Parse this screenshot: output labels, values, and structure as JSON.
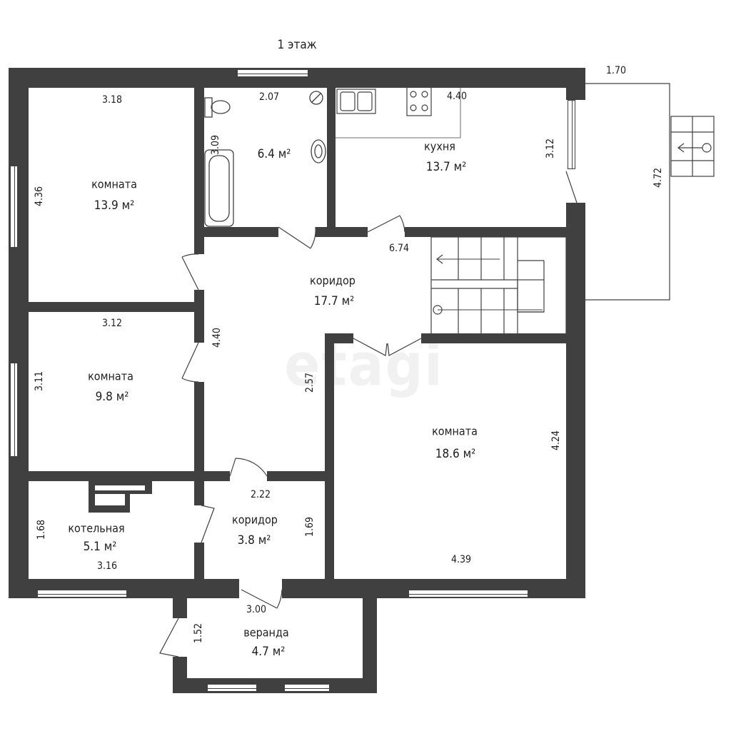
{
  "floor_title": "1 этаж",
  "watermark": "etagi",
  "colors": {
    "wall": "#404040",
    "text": "#1e1e1e",
    "watermark": "#f1f1f1"
  },
  "rooms": [
    {
      "id": "room-nw",
      "name": "комната",
      "area": "13.9 м²",
      "width": "3.18",
      "height": "4.36"
    },
    {
      "id": "bathroom",
      "name": "",
      "area": "6.4 м²",
      "width": "2.07",
      "height": "3.09"
    },
    {
      "id": "kitchen",
      "name": "кухня",
      "area": "13.7 м²",
      "width": "4.40",
      "height": "3.12"
    },
    {
      "id": "corridor-main",
      "name": "коридор",
      "area": "17.7 м²",
      "width": "6.74",
      "height": "4.40",
      "extra_dim": "2.57"
    },
    {
      "id": "room-w",
      "name": "комната",
      "area": "9.8 м²",
      "width": "3.12",
      "height": "3.11"
    },
    {
      "id": "room-se",
      "name": "комната",
      "area": "18.6 м²",
      "width": "4.39",
      "height": "4.24"
    },
    {
      "id": "boiler-room",
      "name": "котельная",
      "area": "5.1 м²",
      "width": "3.16",
      "height": "1.68"
    },
    {
      "id": "corridor-small",
      "name": "коридор",
      "area": "3.8 м²",
      "width": "2.22",
      "height": "1.69"
    },
    {
      "id": "veranda",
      "name": "веранда",
      "area": "4.7 м²",
      "width": "3.00",
      "height": "1.52"
    }
  ],
  "terrace": {
    "width": "1.70",
    "height": "4.72"
  }
}
